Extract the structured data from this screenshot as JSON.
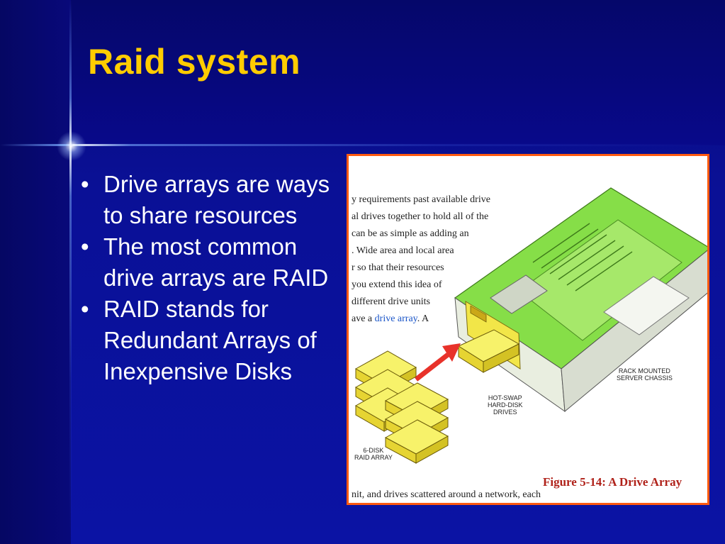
{
  "slide": {
    "title": "Raid system",
    "bullets": [
      "Drive arrays are ways to share resources",
      "The most common drive arrays are RAID",
      "RAID stands for Redundant Arrays of Inexpensive Disks"
    ],
    "bullet_symbol": "•"
  },
  "figure": {
    "text_lines": [
      "y requirements past available drive",
      "al drives together to hold all of the",
      "can be as simple as adding an",
      ". Wide area and local area",
      "r so that their resources",
      "you extend this idea of",
      "different drive units"
    ],
    "last_line_prefix": "ave a ",
    "last_line_highlight": "drive array",
    "last_line_suffix": ". A",
    "bottom_line": "nit, and drives scattered around a network, each",
    "caption": "Figure 5-14:  A Drive Array",
    "labels": {
      "rack": "RACK MOUNTED\nSERVER CHASSIS",
      "hotswap": "HOT-SWAP\nHARD-DISK\nDRIVES",
      "raid": "6-DISK\nRAID ARRAY"
    }
  },
  "colors": {
    "background": "#0b13a4",
    "title": "#ffcc00",
    "text": "#ffffff",
    "figure_border": "#ff5a10",
    "chassis_green": "#7ed83a",
    "drive_yellow": "#f4ee4a",
    "arrow_red": "#e8322a"
  }
}
